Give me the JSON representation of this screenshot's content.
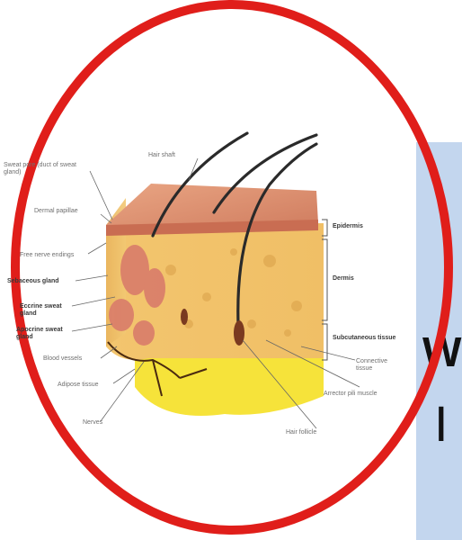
{
  "image": {
    "title": ""
  },
  "diagram": {
    "labels": {
      "hair_shaft": "Hair shaft",
      "sweat_pore": "Sweat pore (duct of sweat gland)",
      "dermal_papillae": "Dermal papillae",
      "free_nerve_endings": "Free nerve endings",
      "sebaceous_gland": "Sebaceous gland",
      "eccrine_gland": "Eccrine sweat gland",
      "apocrine_gland": "Apocrine sweat gland",
      "blood_vessels": "Blood vessels",
      "adipose_tissue": "Adipose tissue",
      "nerves": "Nerves",
      "epidermis": "Epidermis",
      "dermis": "Dermis",
      "subcutaneous": "Subcutaneous tissue",
      "connective_tissue": "Connective tissue",
      "arrector_pili": "Arrector pili muscle",
      "hair_follicle": "Hair follicle"
    }
  },
  "panel": {
    "text_line1": "W",
    "text_line2": "I"
  },
  "colors": {
    "circle_outline": "#e01e1a",
    "panel": "#c3d6ee",
    "skin_surface": "#d98a6a",
    "dermis": "#f1c46c",
    "fat": "#f6e33a",
    "hair": "#2a2a2a"
  }
}
